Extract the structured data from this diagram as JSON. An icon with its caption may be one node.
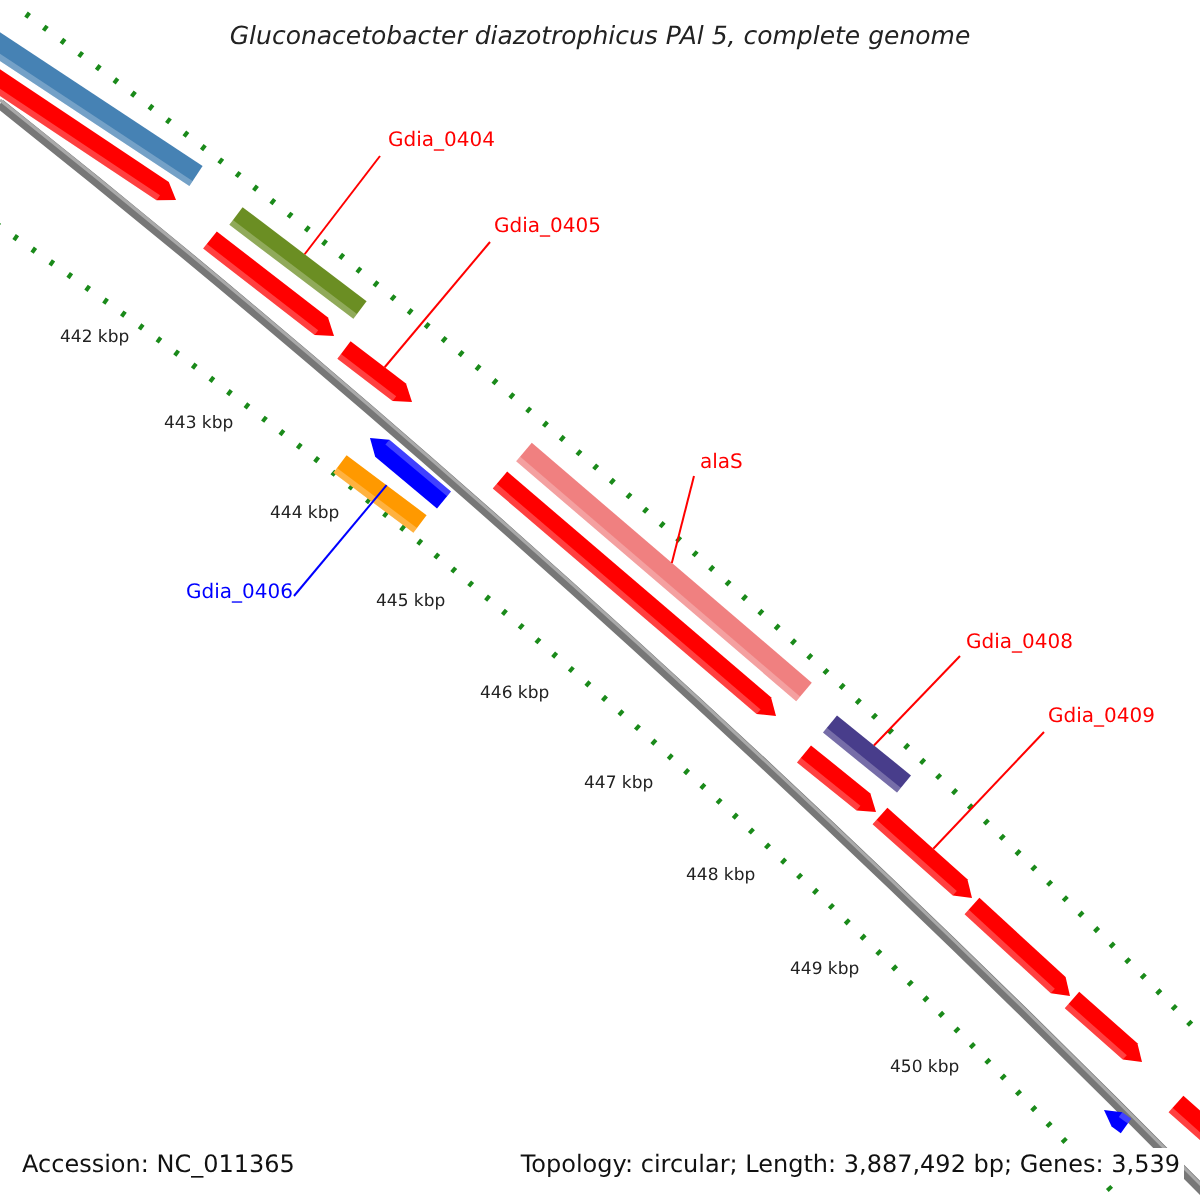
{
  "diagram": {
    "title": "Gluconacetobacter diazotrophicus PAl 5, complete genome",
    "nodes": [
      {
        "text": [
          "Gdia_0404"
        ]
      },
      {
        "text": [
          "Gdia_0405"
        ]
      },
      {
        "text": [
          "alaS"
        ]
      },
      {
        "text": [
          "Gdia_0406"
        ]
      },
      {
        "text": [
          "Gdia_0408"
        ]
      },
      {
        "text": [
          "Gdia_0409"
        ]
      },
      {
        "text": [],
        "shape": "bar"
      },
      {
        "text": [],
        "shape": "bar"
      },
      {
        "text": [],
        "shape": "bar"
      },
      {
        "text": [],
        "shape": "bar"
      },
      {
        "text": [],
        "shape": "bar"
      },
      {
        "text": [],
        "shape": "bar"
      },
      {
        "text": [],
        "shape": "bar"
      },
      {
        "text": [],
        "shape": "bar"
      },
      {
        "text": [],
        "shape": "bar"
      },
      {
        "text": [],
        "shape": "bar"
      },
      {
        "text": [],
        "shape": "bar"
      },
      {
        "text": [],
        "shape": "bar"
      },
      {
        "text": [],
        "shape": "bar"
      },
      {
        "text": [],
        "shape": "bar"
      },
      {
        "text": [],
        "shape": "bar"
      },
      {
        "text": [],
        "shape": "bar"
      }
    ],
    "edges": [
      {
        "from": 0,
        "to": 6,
        "arrow": "none"
      },
      {
        "from": 1,
        "to": 7,
        "arrow": "none"
      },
      {
        "from": 2,
        "to": 8,
        "arrow": "none"
      },
      {
        "from": 3,
        "to": 9,
        "arrow": "none",
        "color": "#0000ff"
      },
      {
        "from": 4,
        "to": 10,
        "arrow": "none"
      },
      {
        "from": 5,
        "to": 11,
        "arrow": "none"
      }
    ],
    "labels": [
      "442 kbp",
      "443 kbp",
      "444 kbp",
      "445 kbp",
      "446 kbp",
      "447 kbp",
      "448 kbp",
      "449 kbp",
      "450 kbp",
      "Accession: NC_011365",
      "Topology: circular; Length: 3,887,492 bp; Genes: 3,539"
    ]
  }
}
